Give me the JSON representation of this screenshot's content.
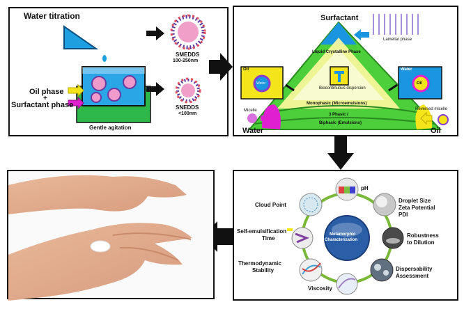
{
  "panel1": {
    "water_titration": "Water titration",
    "oil_phase": "Oil phase",
    "plus": "+",
    "surfactant_phase": "Surfactant phase",
    "gentle_agitation": "Gentle agitation",
    "smedds": "SMEDDS",
    "smedds_size": "100-250nm",
    "snedds": "SNEDDS",
    "snedds_size": "<100nm"
  },
  "panel2": {
    "surfactant": "Surfactant",
    "water": "Water",
    "oil": "Oil",
    "lamellar_phase": "Lamellar phase",
    "liquid_crystalline_phase": "Liquid Crystalline Phase",
    "bicontinuous_dispersion": "Biocontinuous dispersion",
    "monophasic": "Monophasic (Microemulsions)",
    "three_phasic": "3 Phasic /",
    "biphasic": "Biphasic (Emulsions)",
    "micelle": "Micelle",
    "reversed_micelle": "Reversed micelle",
    "inset_oil": "Oil",
    "inset_oil_core": "Water",
    "inset_water": "Water",
    "inset_water_core": "Oil"
  },
  "panel4": {
    "center_line1": "Metamorphic",
    "center_line2": "Characterization",
    "ph": "pH",
    "droplet_size": "Droplet Size",
    "zeta_potential": "Zeta Potential",
    "pdi": "PDI",
    "robustness": "Robustness",
    "to_dilution": "to Dilution",
    "dispersability": "Dispersability",
    "assessment": "Assessment",
    "viscosity": "Viscosity",
    "thermodynamic": "Thermodynamic",
    "stability": "Stability",
    "self_emulsification": "Self-emulsification",
    "time": "Time",
    "cloud_point": "Cloud Point"
  },
  "colors": {
    "beaker_blue": "#1e9fe0",
    "triangle_green": "#4ccf3a",
    "triangle_blue": "#1a95e0",
    "magenta": "#e020d0",
    "yellow": "#f4e41a",
    "center_blue": "#2a5fa8"
  }
}
